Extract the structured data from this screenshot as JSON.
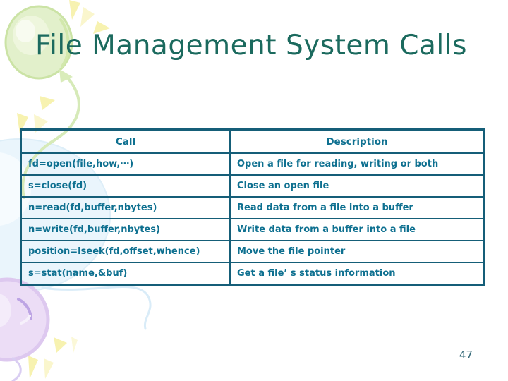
{
  "slide": {
    "title": "File Management System Calls",
    "page_number": "47"
  },
  "table": {
    "headers": [
      "Call",
      "Description"
    ],
    "rows": [
      {
        "call": "fd=open(file,how,⋯)",
        "description": "Open a file for reading, writing or both"
      },
      {
        "call": "s=close(fd)",
        "description": "Close an open file"
      },
      {
        "call": "n=read(fd,buffer,nbytes)",
        "description": "Read data from a file into a buffer"
      },
      {
        "call": "n=write(fd,buffer,nbytes)",
        "description": "Write data from a buffer into a file"
      },
      {
        "call": "position=lseek(fd,offset,whence)",
        "description": "Move the file pointer"
      },
      {
        "call": "s=stat(name,&buf)",
        "description": "Get a file’ s status information"
      }
    ]
  },
  "colors": {
    "title_text": "#1b6a5e",
    "table_text": "#0e7090",
    "table_border": "#155e78",
    "page_number_text": "#2f6675",
    "balloon_green": "#e2f0cb",
    "balloon_blue": "#eaf5fc",
    "balloon_purple": "#ecddf6",
    "sparkle_yellow": "#f7f2b0",
    "background": "#ffffff"
  },
  "decorations": {
    "icons": [
      "green-balloon-icon",
      "blue-balloon-icon",
      "purple-balloon-icon",
      "sparkle-icon"
    ]
  }
}
